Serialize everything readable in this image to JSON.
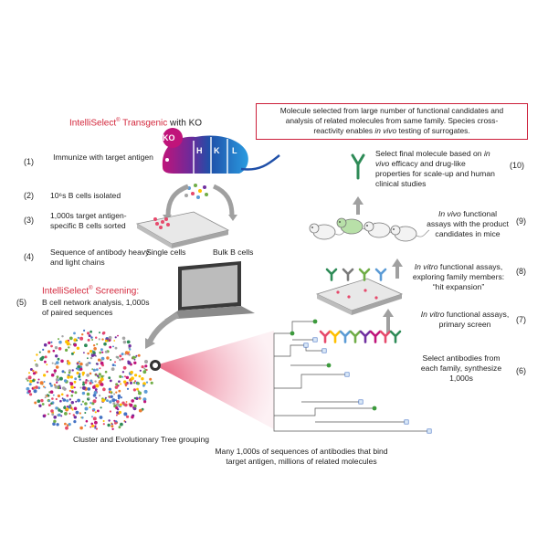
{
  "brand": {
    "transgenic": "IntelliSelect",
    "reg": "®",
    "transgenic_suffix": " Transgenic",
    "transgenic_tail": " with KO",
    "screening": "IntelliSelect",
    "screening_suffix": " Screening:"
  },
  "mouse_labels": [
    "KO",
    "H",
    "K",
    "L"
  ],
  "left_steps": [
    {
      "num": "(1)",
      "text": "Immunize with target antigen"
    },
    {
      "num": "(2)",
      "text": "10⁶s B cells isolated"
    },
    {
      "num": "(3)",
      "text": "1,000s target antigen-specific B cells sorted"
    },
    {
      "num": "(4)",
      "text": "Sequence of antibody heavy and light chains"
    },
    {
      "num": "(5)",
      "text": "B cell network analysis, 1,000s of paired sequences"
    }
  ],
  "cell_labels": {
    "single": "Single cells",
    "bulk": "Bulk B cells"
  },
  "cluster_caption": "Cluster and Evolutionary Tree grouping",
  "bottom_caption": "Many 1,000s of sequences of antibodies that bind target antigen, millions of related molecules",
  "note": {
    "line1": "Molecule selected from large number of  functional candidates and",
    "line2": "analysis of related molecules from same family.  Species cross-",
    "line3_pre": "reactivity enables ",
    "line3_em": "in vivo",
    "line3_post": " testing of surrogates."
  },
  "right_steps": [
    {
      "num": "(10)",
      "pre": "Select final molecule based on ",
      "em": "in vivo",
      "post": " efficacy and drug-like properties for scale-up and human clinical studies"
    },
    {
      "num": "(9)",
      "pre": "",
      "em": "In vivo",
      "post": " functional assays with the product candidates in mice"
    },
    {
      "num": "(8)",
      "pre": "",
      "em": "In vitro",
      "post": " functional assays, exploring family members: “hit expansion”"
    },
    {
      "num": "(7)",
      "pre": "",
      "em": "In vitro",
      "post": " functional assays, primary screen"
    },
    {
      "num": "(6)",
      "pre": "Select antibodies from each family, synthesize 1,000s",
      "em": "",
      "post": ""
    }
  ],
  "colors": {
    "brand_red": "#d3263b",
    "mouse_blue": "#1f4fa8",
    "mouse_magenta": "#c0147a",
    "antibody_green": "#2e8b57",
    "arrow_gray": "#9a9a9a"
  }
}
